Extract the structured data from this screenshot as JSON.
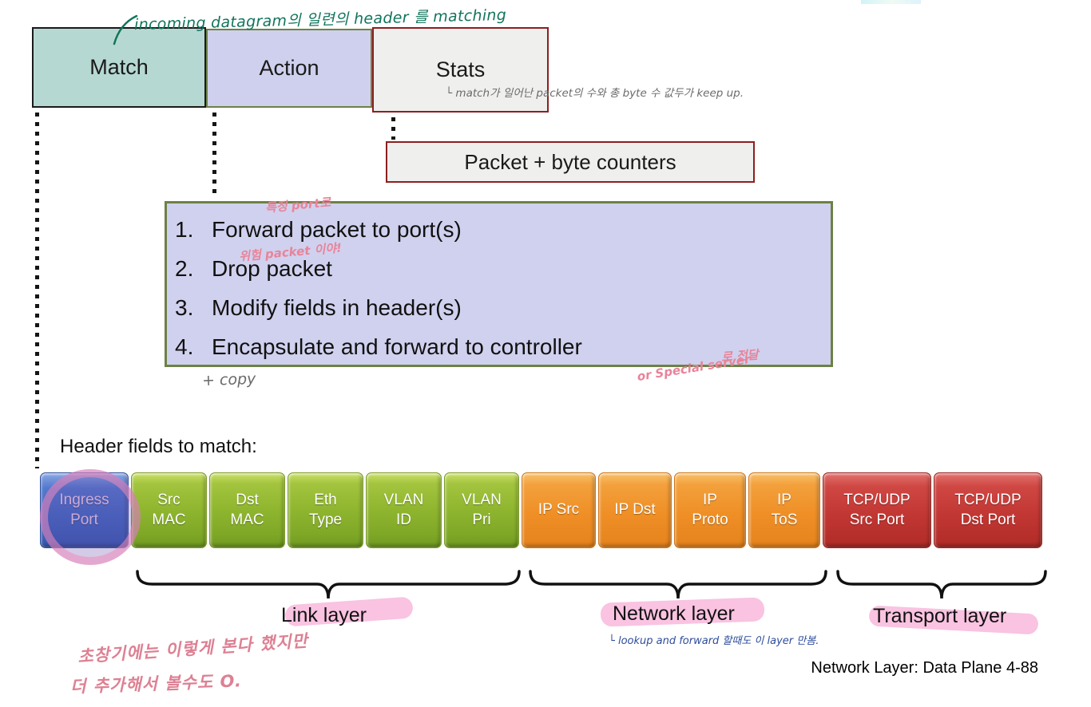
{
  "flow_table": {
    "match_label": "Match",
    "action_label": "Action",
    "stats_label": "Stats"
  },
  "counters_label": "Packet + byte counters",
  "actions": {
    "items": [
      {
        "num": "1.",
        "text": "Forward packet to port(s)"
      },
      {
        "num": "2.",
        "text": "Drop packet"
      },
      {
        "num": "3.",
        "text": "Modify fields in header(s)"
      },
      {
        "num": "4.",
        "text": "Encapsulate and forward to controller"
      }
    ]
  },
  "header_fields": {
    "title": "Header fields to match:",
    "fields": [
      {
        "label": "Ingress\nPort",
        "group": "link-ingress"
      },
      {
        "label": "Src\nMAC",
        "group": "link"
      },
      {
        "label": "Dst\nMAC",
        "group": "link"
      },
      {
        "label": "Eth\nType",
        "group": "link"
      },
      {
        "label": "VLAN\nID",
        "group": "link"
      },
      {
        "label": "VLAN\nPri",
        "group": "link"
      },
      {
        "label": "IP Src",
        "group": "network"
      },
      {
        "label": "IP Dst",
        "group": "network"
      },
      {
        "label": "IP\nProto",
        "group": "network"
      },
      {
        "label": "IP\nToS",
        "group": "network"
      },
      {
        "label": "TCP/UDP\nSrc Port",
        "group": "transport"
      },
      {
        "label": "TCP/UDP\nDst Port",
        "group": "transport"
      }
    ]
  },
  "layers": [
    {
      "label": "Link layer"
    },
    {
      "label": "Network layer"
    },
    {
      "label": "Transport layer"
    }
  ],
  "annotations": {
    "green_top": "incoming datagram의 일련의 header 를 matching",
    "stats_note": "└ match가 일어난 packet의 수와 총 byte 수 값두가 keep up.",
    "port_note": "특정 port로",
    "drop_note": "위험 packet 이야!",
    "controller_suffix": "로 전달",
    "special_server": "or Special server",
    "copy_note": "+ copy",
    "lookup_note": "└ lookup and forward 할때도 이 layer 만봄.",
    "early_note_line1": "초창기에는 이렇게 본다 했지만",
    "early_note_line2": "더 추가해서 볼수도 O."
  },
  "footer": "Network Layer: Data Plane  4-88",
  "colors": {
    "match_fill": "#b6d8d3",
    "action_fill": "#d0d1ee",
    "stats_fill": "#efefed",
    "stats_border": "#8c1f1f",
    "action_border": "#6e8144",
    "link_green": "#8fb52f",
    "network_orange": "#ef8f26",
    "transport_red": "#c23734",
    "ingress_blue": "#3f68c0",
    "highlight_pink": "#f8b4da",
    "ink_green": "#12755c",
    "ink_pink": "#e8849a",
    "ink_rose": "#dd8093",
    "ink_blue": "#2e4d9b",
    "ink_gray": "#6b6b6b"
  }
}
